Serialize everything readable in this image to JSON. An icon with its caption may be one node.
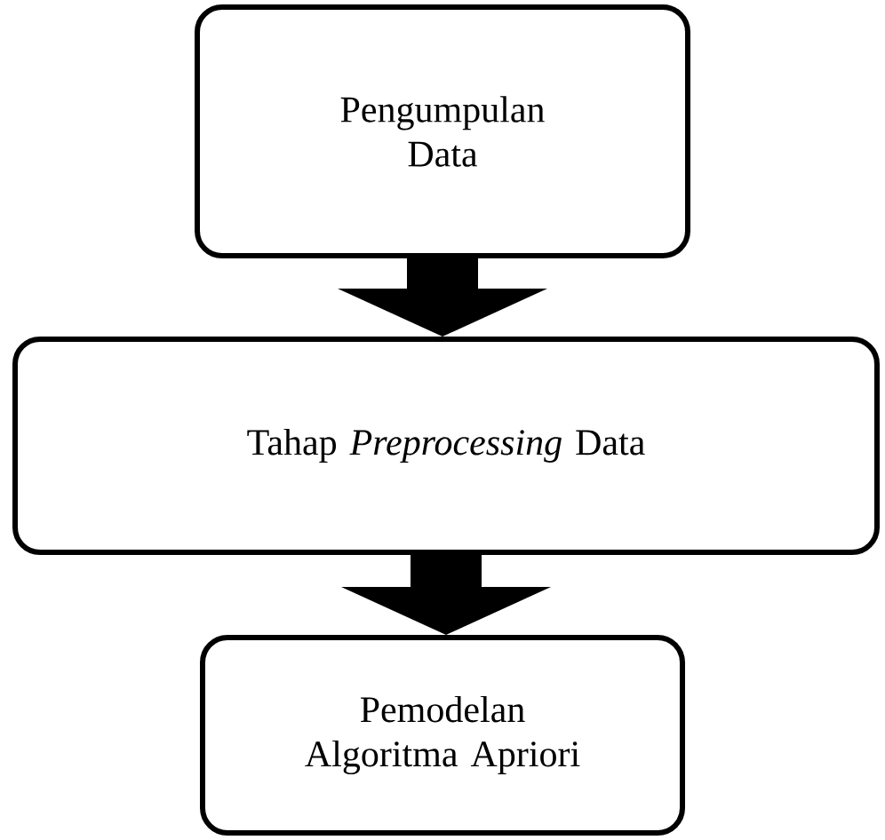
{
  "diagram": {
    "nodes": [
      {
        "text": [
          "Pengumpulan Data"
        ]
      },
      {
        "text": [
          "Tahap *Preprocessing* Data"
        ]
      },
      {
        "text": [
          "Pemodelan Algoritma Apriori"
        ]
      }
    ],
    "edges": [
      {
        "from": 0,
        "to": 1,
        "arrow": "to"
      },
      {
        "from": 1,
        "to": 2,
        "arrow": "to"
      }
    ]
  }
}
